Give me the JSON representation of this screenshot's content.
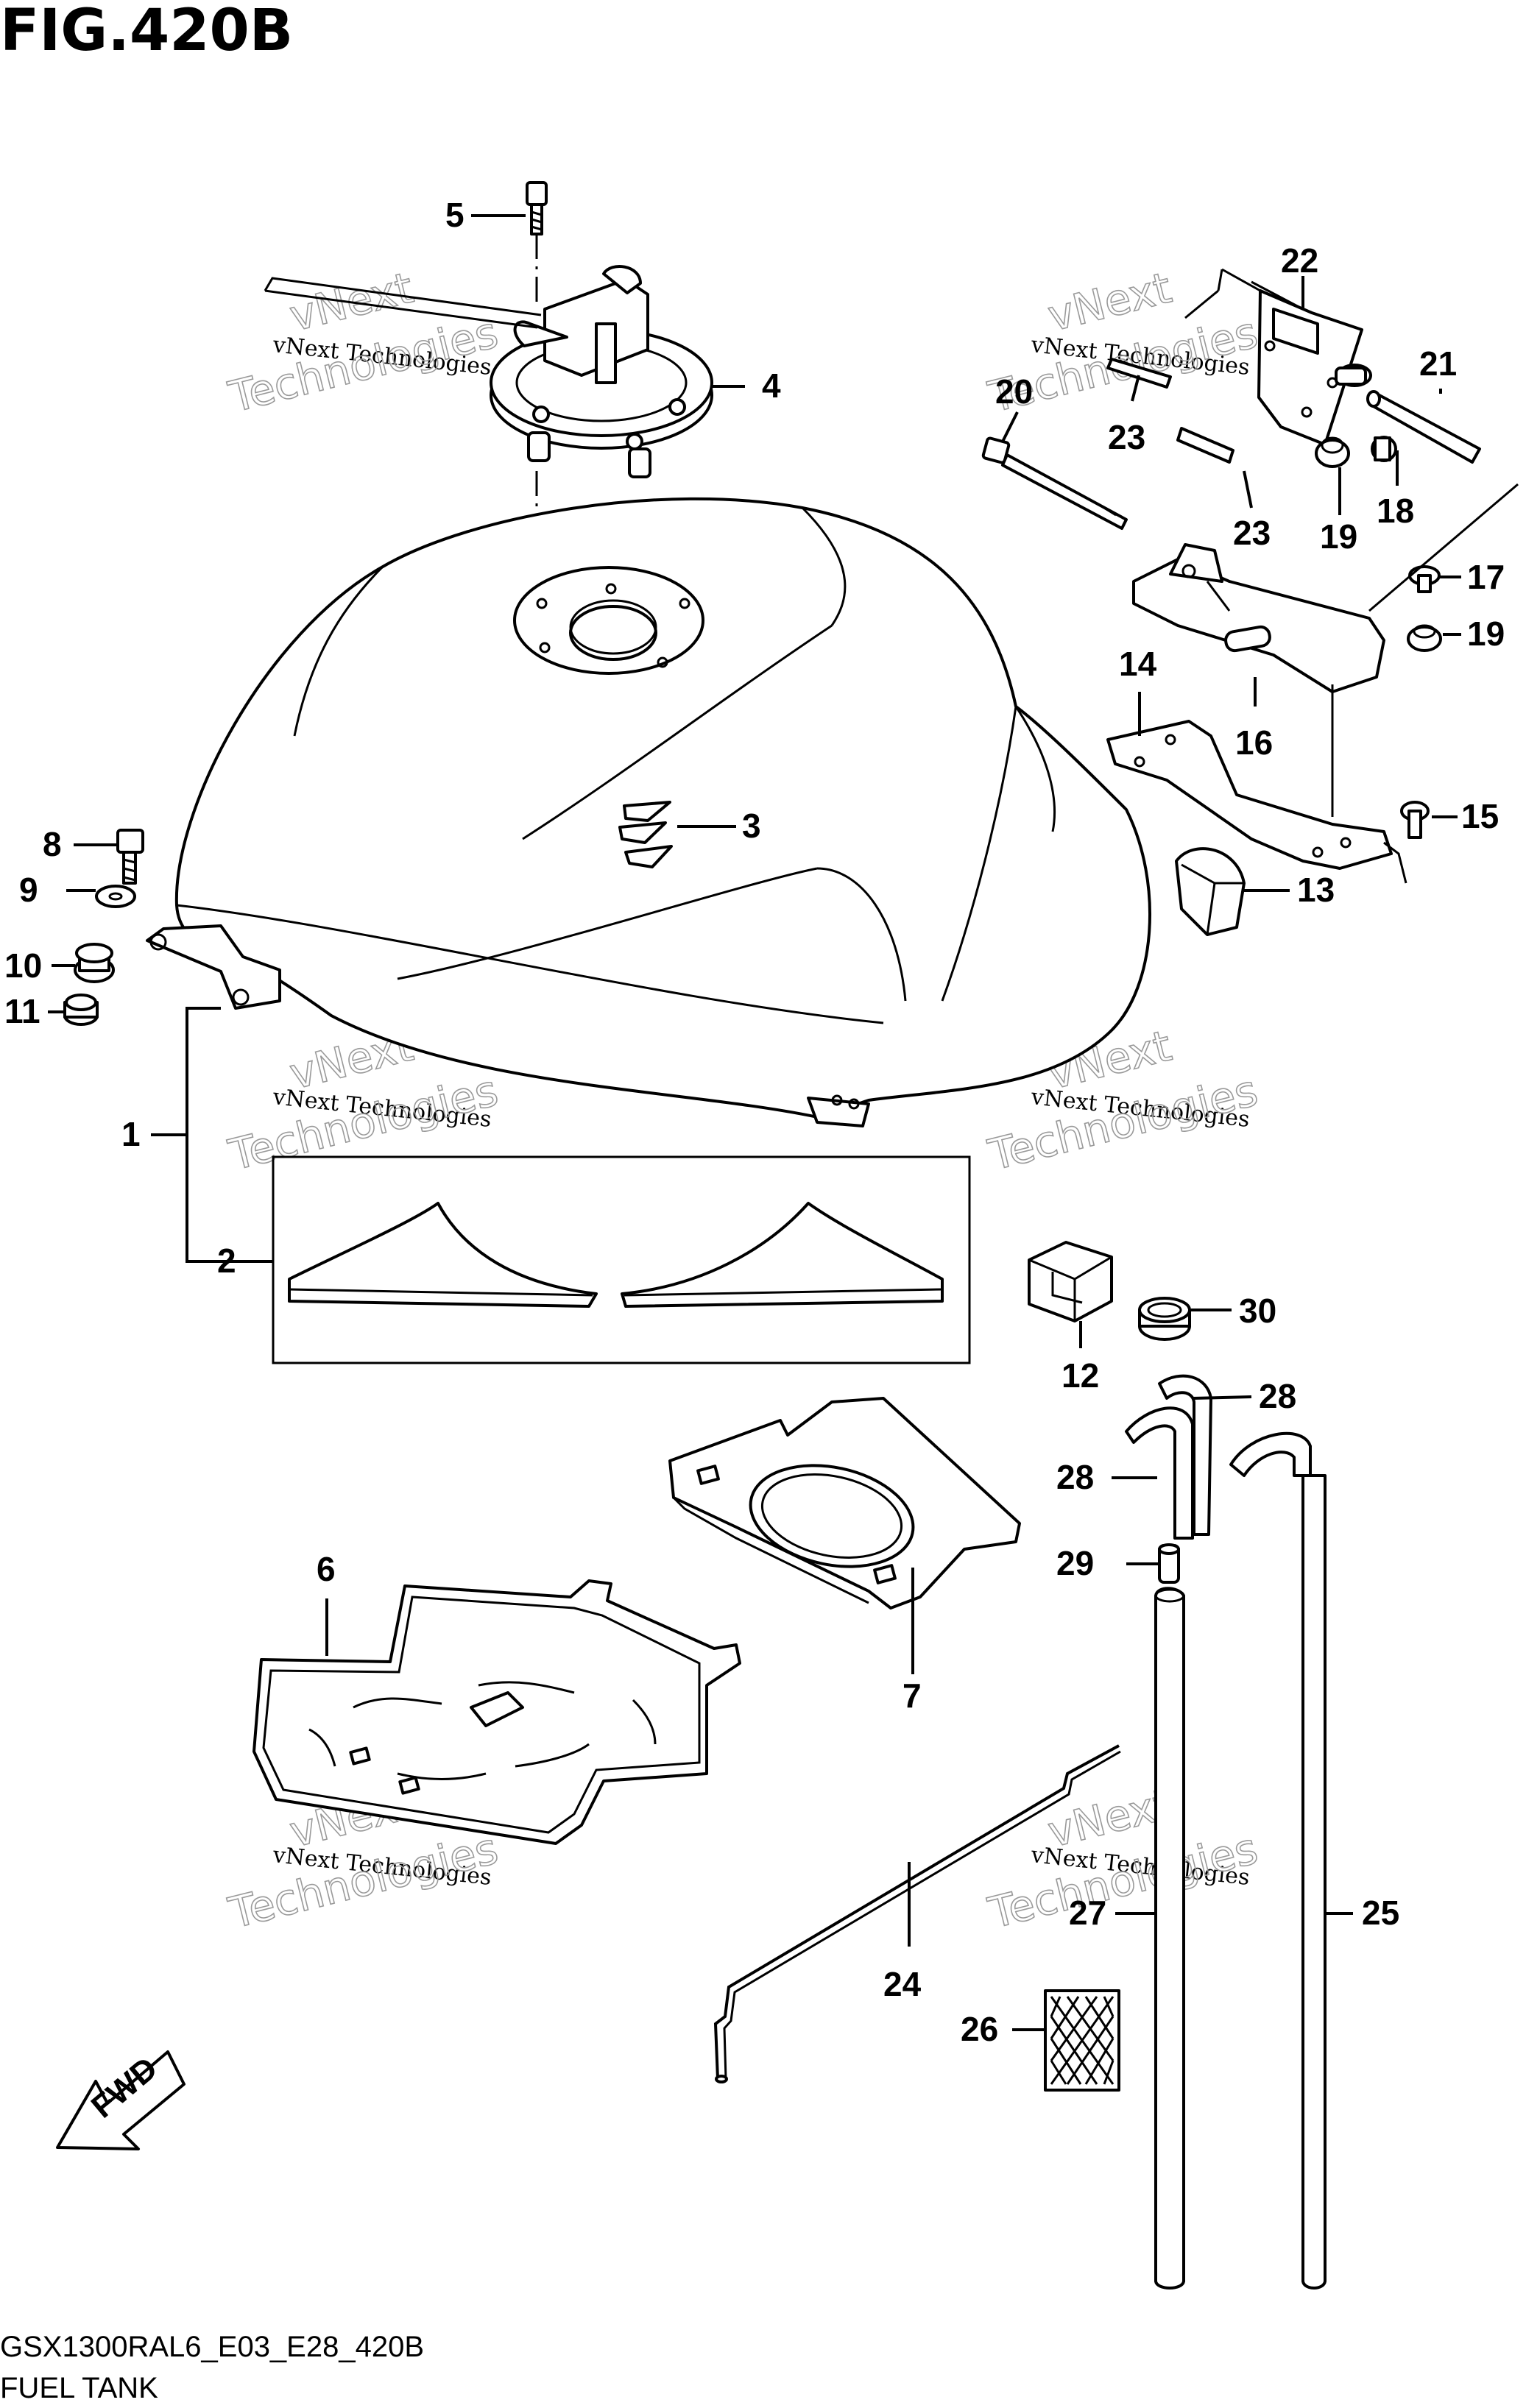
{
  "figure": {
    "title": "FIG.420B",
    "code": "GSX1300RAL6_E03_E28_420B",
    "name": "FUEL TANK"
  },
  "watermark": {
    "line1": "vNext Technologies",
    "line2": "vNext",
    "line3": "Technologies"
  },
  "direction_label": "FWD",
  "callouts": {
    "c1": "1",
    "c2": "2",
    "c3": "3",
    "c4": "4",
    "c5": "5",
    "c6": "6",
    "c7": "7",
    "c8": "8",
    "c9": "9",
    "c10": "10",
    "c11": "11",
    "c12": "12",
    "c13": "13",
    "c14": "14",
    "c15": "15",
    "c16": "16",
    "c17": "17",
    "c18": "18",
    "c19a": "19",
    "c19b": "19",
    "c20": "20",
    "c21": "21",
    "c22": "22",
    "c23a": "23",
    "c23b": "23",
    "c24": "24",
    "c25": "25",
    "c26": "26",
    "c27": "27",
    "c28a": "28",
    "c28b": "28",
    "c29": "29",
    "c30": "30"
  },
  "icons": {
    "fwd_arrow": "fwd-arrow-icon",
    "logo_emblem": "suzuki-emblem-icon"
  }
}
